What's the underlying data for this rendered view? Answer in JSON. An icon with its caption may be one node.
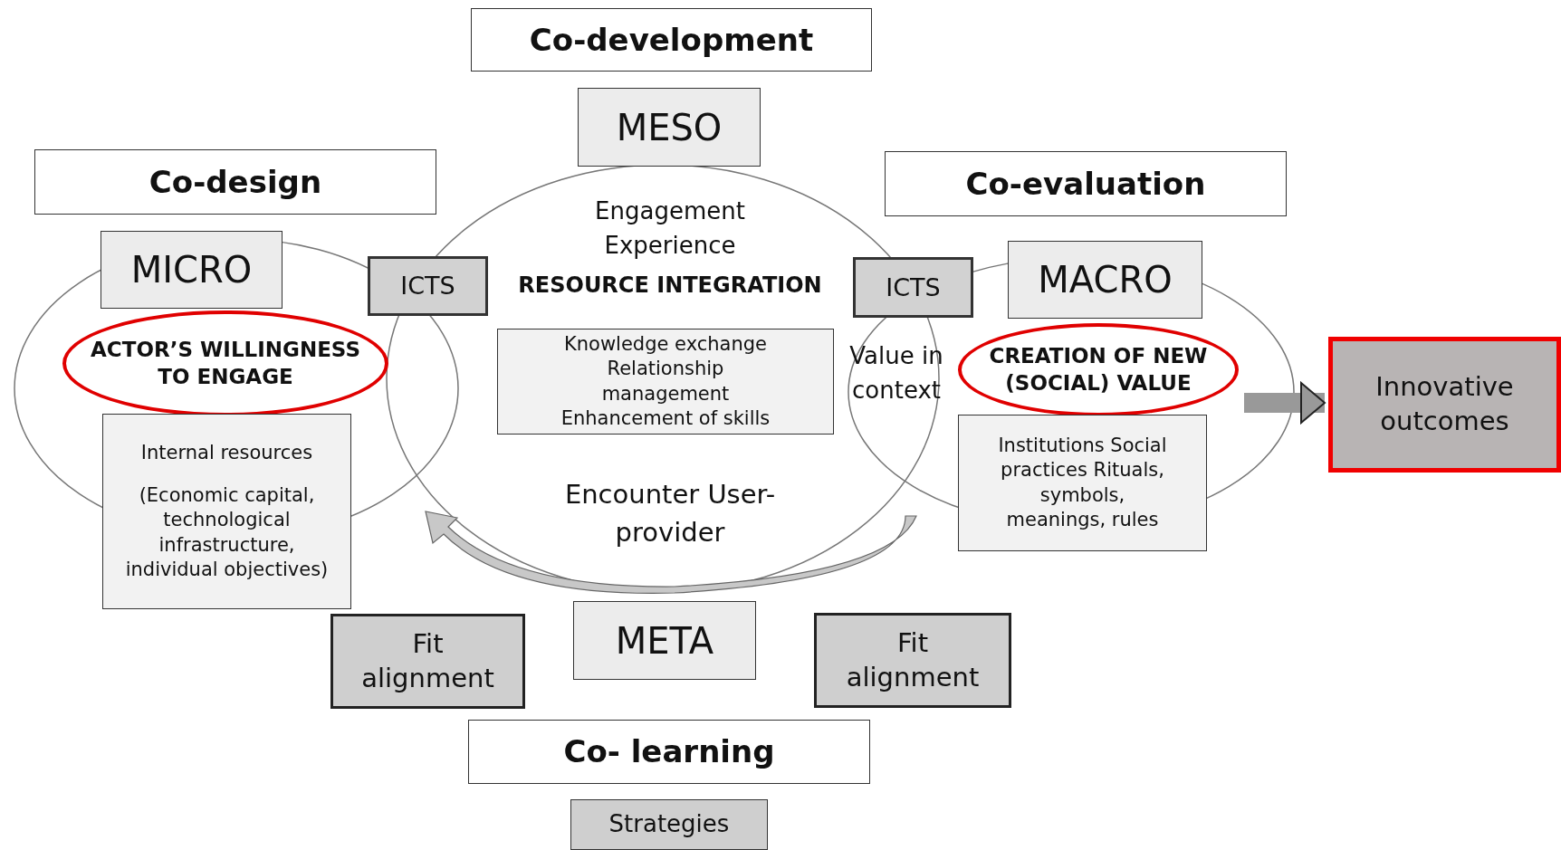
{
  "diagram": {
    "nodes": [
      {
        "text": [
          "Co-development"
        ]
      },
      {
        "text": [
          "MESO"
        ]
      },
      {
        "text": [
          "Co-design"
        ]
      },
      {
        "text": [
          "Co-evaluation"
        ]
      },
      {
        "text": [
          "MICRO"
        ]
      },
      {
        "text": [
          "ICTS"
        ]
      },
      {
        "text": [
          "ICTS"
        ]
      },
      {
        "text": [
          "MACRO"
        ]
      },
      {
        "text": [
          "ACTOR’S WILLINGNESS TO ENGAGE"
        ]
      },
      {
        "text": [
          "Knowledge exchange Relationship management Enhancement of skills"
        ]
      },
      {
        "text": [
          "CREATION OF NEW (SOCIAL) VALUE"
        ]
      },
      {
        "text": [
          "Innovative outcomes"
        ]
      },
      {
        "text": [
          "Internal resources",
          "(Economic capital, technological infrastructure, individual objectives)"
        ]
      },
      {
        "text": [
          "Institutions Social practices Rituals, symbols, meanings, rules"
        ]
      },
      {
        "text": [
          "Fit alignment"
        ]
      },
      {
        "text": [
          "META"
        ]
      },
      {
        "text": [
          "Fit alignment"
        ]
      },
      {
        "text": [
          "Co- learning"
        ]
      },
      {
        "text": [
          "Strategies"
        ]
      }
    ],
    "edges": [
      {
        "from": 10,
        "to": 11,
        "arrow": "to"
      }
    ],
    "labels": [
      "Engagement Experience",
      "RESOURCE INTEGRATION",
      "Value in context",
      "Encounter User-provider"
    ]
  }
}
